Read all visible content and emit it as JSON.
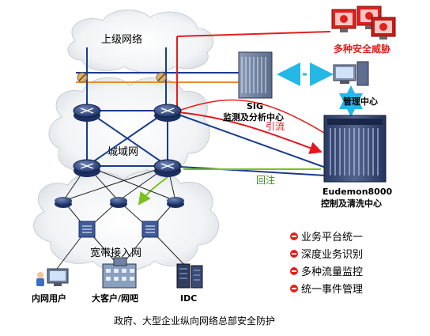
{
  "clouds": {
    "upper_network": "上级网络",
    "metro_network": "城域网",
    "broadband_access": "宽带接入网"
  },
  "nodes": {
    "sig_name": "SIG",
    "sig_desc": "监测及分析中心",
    "threats": "多种安全威胁",
    "management_center": "管理中心",
    "eudemon_name": "Eudemon8000",
    "eudemon_desc": "控制及清洗中心",
    "intranet_users": "内网用户",
    "large_customers": "大客户/网吧",
    "idc": "IDC"
  },
  "flows": {
    "diversion": "引流",
    "reinjection": "回注"
  },
  "features": [
    "业务平台统一",
    "深度业务识别",
    "多种流量监控",
    "统一事件管理"
  ],
  "caption": "政府、大型企业纵向网络总部安全防护",
  "colors": {
    "threat_red": "#e0201c",
    "diversion_red": "#e8141c",
    "reinject_green": "#7cc01e",
    "orange_link": "#f08a2a",
    "blue_link": "#1a3c8c",
    "dashed_cyan": "#23b8e6"
  }
}
